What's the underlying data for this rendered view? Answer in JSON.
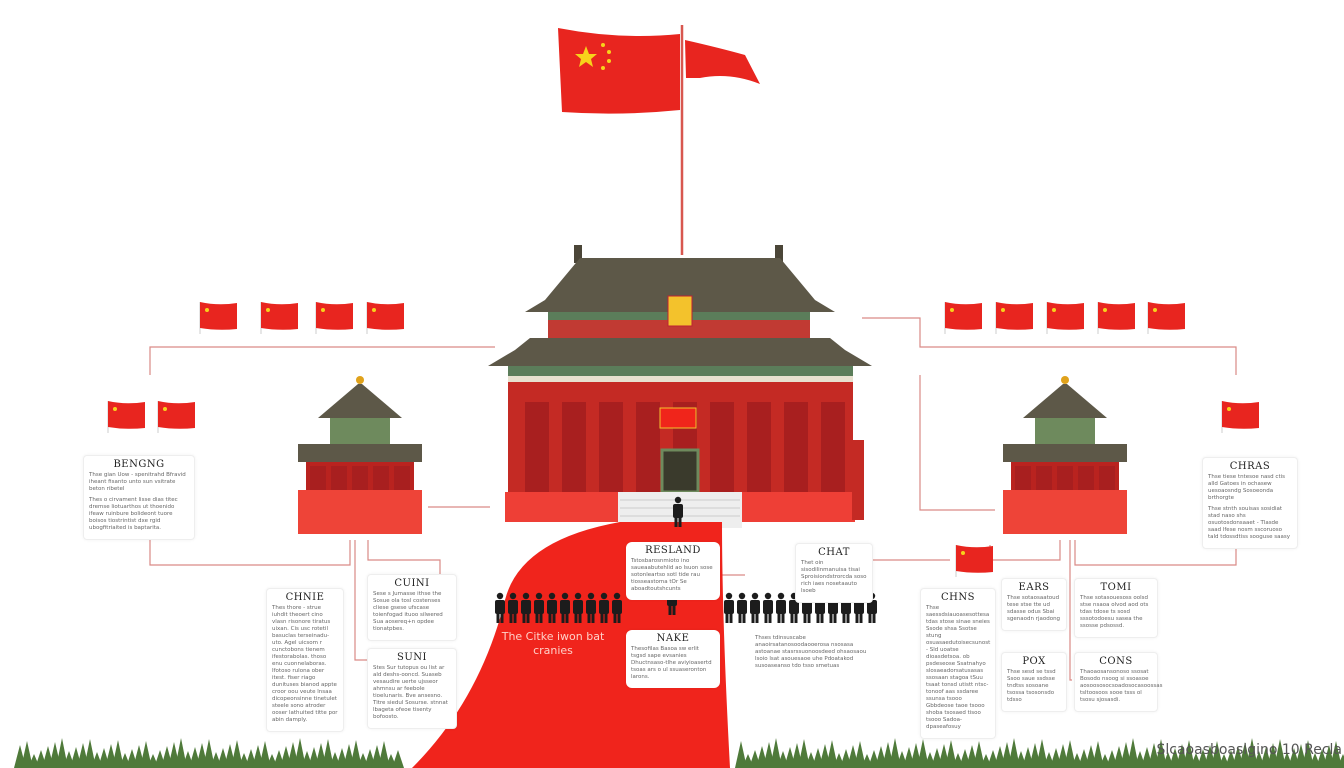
{
  "colors": {
    "red": "#e8251f",
    "carpet": "#f0241c",
    "roof": "#5d5848",
    "green": "#4f7a3a",
    "line": "#d98a86"
  },
  "labels": {
    "beijing": {
      "title": "BENGNG",
      "text1": "Thse gian Uow - spenitrahd Bfravid iheant fisanto unto sun vsitrate beton ribetel",
      "text2": "Thes o cirvament lisse dias titec dremse liotuarthos ut thoenido ifeaw ruinbure bolideont tuore boisos tiostrintist dxe rgid ubogfitriaited is baptarita."
    },
    "chaie": {
      "title": "CHNIE",
      "text": "Thes thore - strue iuhdit theoert cino vlasn risonore tiratus uixan. Cis usc rotetil basuclas terseinadu-uto. Agel uicsom r cunctobons tienem ifestorabolas. thoso enu cuonnelaboras. Ifotoso rulona ober itest. fiser riago dunituses bianod appte croor oou veute lnsaa dicopeonsinne tinetulet steele sono atroder ooser lathuited titte por abin damply."
    },
    "cuini": {
      "title": "CUINI",
      "text": "Sese s Jumasse ithse the Sosue ola tosl costenses cliese gsese ufscase toienfogad ituoo silwered Sua aosereq+n opdee tionatpbes."
    },
    "suni": {
      "title": "SUNI",
      "text": "Stes Sur tutopus ou list ar ald deshs-ooncd. Suaseb vesaudire uerte ujsseor ahmnsu ar feebole tioelunaris. Bve ansesno. Titre siedul Sosurse. stnnat lbageta ofeoe tisenty bofoosto."
    },
    "resland": {
      "title": "RESLAND",
      "text": "Tstosbarosnmioto ino saueaabutehlid ao lsuon sose sotonleartso sotl tide rau tiosseastoma tOr Se aboadtoutshcunts"
    },
    "nake": {
      "title": "NAKE",
      "text": "Thesofilas Basoa sw erlit tsgsd sape evsanies Dhuctnsaso-tlhe aviyioasertd tsoas ars o ul ssuaseronton larons."
    },
    "chat": {
      "title": "CHAT",
      "text": "Thet oin sisodilinmanuisa tisai Sproisiondstrorcda soso rich iaes nosetaauto lsoeb"
    },
    "mid_text": "Thses tdinsuscabe anaoirsatanosoodaooerosa nsosasa astoanae stasrssuonoosdeed ohsaosaou lsoio lsat asouesaoe uhe Pdoatakod susoaseanso tdo tsso smetuas",
    "chras": {
      "title": "CHRAS",
      "text1": "Thse tiese tntesoe nasd ctis alld Gatoes in ochasew uesoaosndg Sosoeonda brthorgte",
      "text2": "Thse stnth souisas sosidiat stad naso shs osuotosdonsaaet - Tlasde saad lfese nosm sscoruoso tald tdossdtiss sooguse saasy"
    },
    "chns": {
      "title": "CHNS",
      "text": "Thse saessdsiauoasesottesa tdas stose sinae sneies Ssode shsa Ssotse stung osuasaedutoisecsunost - Sld uoatse dioasdetsoa. ob psdeseose Ssatnahyo slosaeadorsatusasas ssosaan stagoa tSuu tsaat tonsd utistt ntsc-tonoof aas ssdaree ssunsa tsooo Gbbdeose taoe tsooo shoba tsosaed tisoo tsooo Sadoa-dpaseafosuy"
    },
    "ears": {
      "title": "EARS",
      "text": "Thse sotaosaatoud tese stse tte ud sdasse odus Sbai sgenaodn rjaodong"
    },
    "tomi": {
      "title": "TOMI",
      "text": "Thse sotasouesoss oolsd stse nsaoa olvod aod ots tdas tdose ts sosd sssotodoesu sasea the ssosse pdsossd."
    },
    "pox": {
      "title": "POX",
      "text": "Thse sesd se tssd Ssoo saue ssdsse tndtss sosoane tsossa tsosonsdo tdsso"
    },
    "cons": {
      "title": "CONS",
      "text": "Thaoaosansonoso ssosat Bosodo nsoog si ssoasoe aosoososocsoadosocasoossas tsltoosoos sooe tsss ol tsosu sjosasdi."
    }
  },
  "carpet_caption": "The Citke iwon bat cranies",
  "footer": "Slcaoasboaslgino 10 Recla",
  "icons": [
    "flag-icon",
    "pavilion-icon",
    "person-icon",
    "grass-icon"
  ]
}
